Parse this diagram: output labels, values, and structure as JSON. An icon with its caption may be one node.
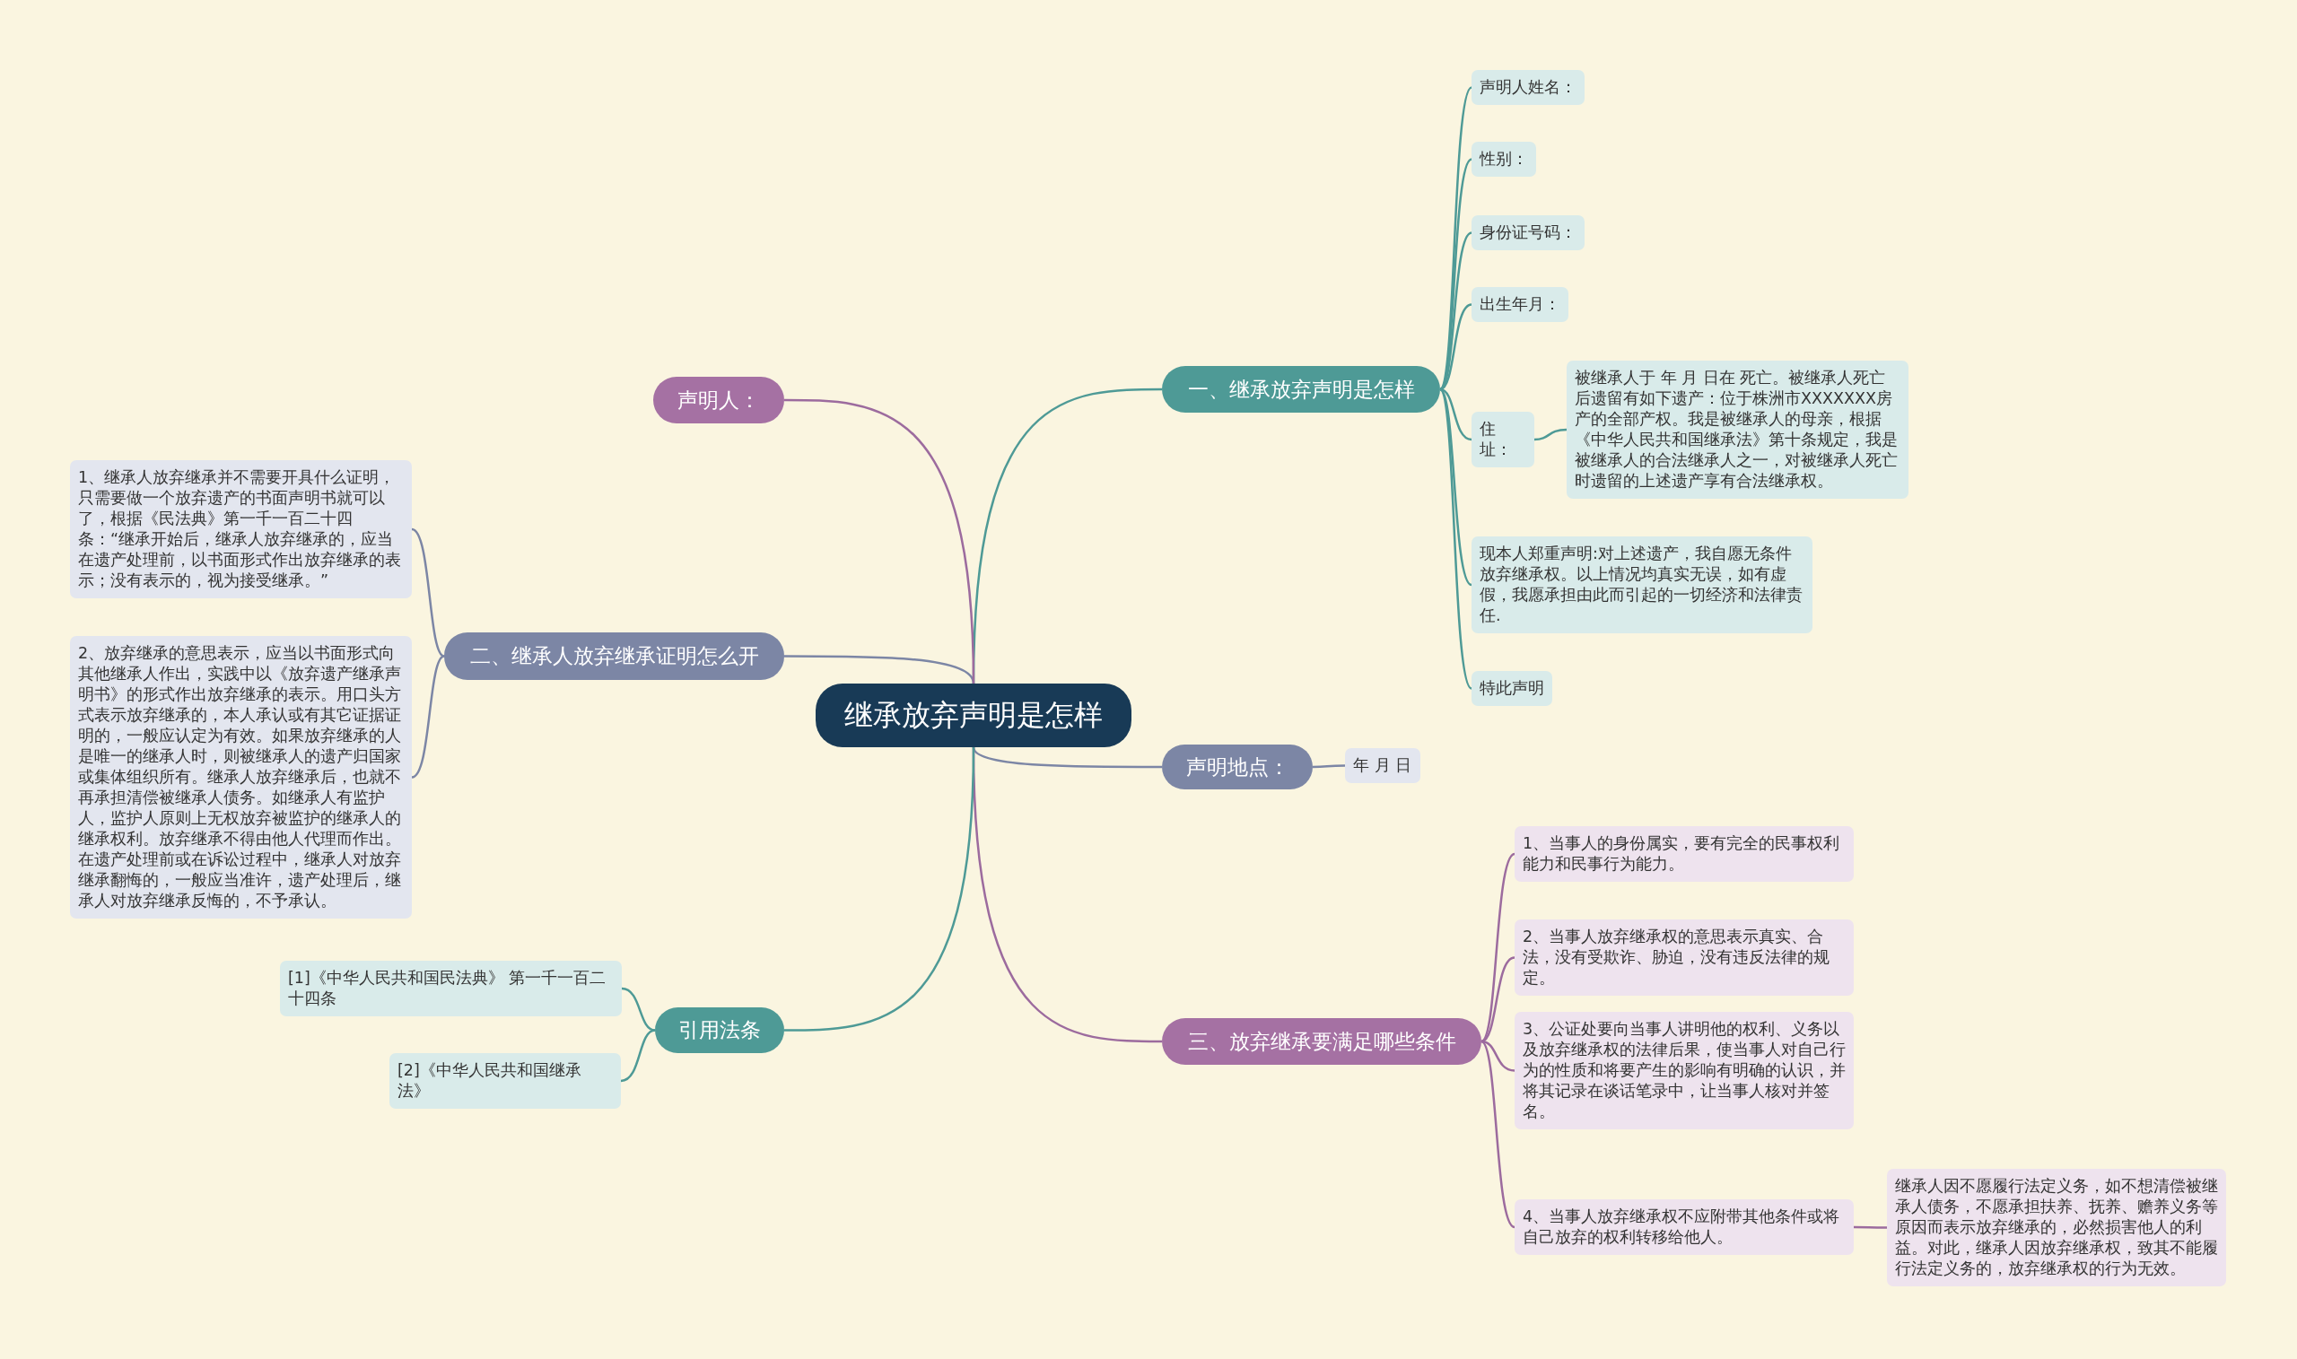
{
  "diagram": {
    "nodes": [
      {
        "text": [
          "继承放弃声明是怎样"
        ]
      },
      {
        "text": [
          "一、继承放弃声明是怎样"
        ]
      },
      {
        "text": [
          "声明人姓名："
        ]
      },
      {
        "text": [
          "性别："
        ]
      },
      {
        "text": [
          "身份证号码："
        ]
      },
      {
        "text": [
          "出生年月："
        ]
      },
      {
        "text": [
          "住址："
        ]
      },
      {
        "text": [
          "被继承人于 年 月 日在 死亡。被继承人死亡后遗留有如下遗产：位于株洲市XXXXXXX房产的全部产权。我是被继承人的母亲，根据《中华人民共和国继承法》第十条规定，我是被继承人的合法继承人之一，对被继承人死亡时遗留的上述遗产享有合法继承权。"
        ]
      },
      {
        "text": [
          "现本人郑重声明:对上述遗产，我自愿无条件放弃继承权。以上情况均真实无误，如有虚假，我愿承担由此而引起的一切经济和法律责任."
        ]
      },
      {
        "text": [
          "特此声明"
        ]
      },
      {
        "text": [
          "声明地点："
        ]
      },
      {
        "text": [
          "年 月 日"
        ]
      },
      {
        "text": [
          "三、放弃继承要满足哪些条件"
        ]
      },
      {
        "text": [
          "1、当事人的身份属实，要有完全的民事权利能力和民事行为能力。"
        ]
      },
      {
        "text": [
          "2、当事人放弃继承权的意思表示真实、合法，没有受欺诈、胁迫，没有违反法律的规定。"
        ]
      },
      {
        "text": [
          "3、公证处要向当事人讲明他的权利、义务以及放弃继承权的法律后果，使当事人对自己行为的性质和将要产生的影响有明确的认识，并将其记录在谈话笔录中，让当事人核对并签名。"
        ]
      },
      {
        "text": [
          "4、当事人放弃继承权不应附带其他条件或将自己放弃的权利转移给他人。"
        ]
      },
      {
        "text": [
          "继承人因不愿履行法定义务，如不想清偿被继承人债务，不愿承担扶养、抚养、赡养义务等原因而表示放弃继承的，必然损害他人的利益。对此，继承人因放弃继承权，致其不能履行法定义务的，放弃继承权的行为无效。"
        ]
      },
      {
        "text": [
          "引用法条"
        ]
      },
      {
        "text": [
          "[1]《中华人民共和国民法典》 第一千一百二十四条"
        ]
      },
      {
        "text": [
          "[2]《中华人民共和国继承法》"
        ]
      },
      {
        "text": [
          "二、继承人放弃继承证明怎么开"
        ]
      },
      {
        "text": [
          "1、继承人放弃继承并不需要开具什么证明，只需要做一个放弃遗产的书面声明书就可以了，根据《民法典》第一千一百二十四条：“继承开始后，继承人放弃继承的，应当在遗产处理前，以书面形式作出放弃继承的表示；没有表示的，视为接受继承。”"
        ]
      },
      {
        "text": [
          "2、放弃继承的意思表示，应当以书面形式向其他继承人作出，实践中以《放弃遗产继承声明书》的形式作出放弃继承的表示。用口头方式表示放弃继承的，本人承认或有其它证据证明的，一般应认定为有效。如果放弃继承的人是唯一的继承人时，则被继承人的遗产归国家或集体组织所有。继承人放弃继承后，也就不再承担清偿被继承人债务。如继承人有监护人，监护人原则上无权放弃被监护的继承人的继承权利。放弃继承不得由他人代理而作出。在遗产处理前或在诉讼过程中，继承人对放弃继承翻悔的，一般应当准许，遗产处理后，继承人对放弃继承反悔的，不予承认。"
        ]
      },
      {
        "text": [
          "声明人："
        ]
      }
    ],
    "edges": [
      {
        "from": 0,
        "to": 1,
        "arrow": "none"
      },
      {
        "from": 1,
        "to": 2,
        "arrow": "none"
      },
      {
        "from": 1,
        "to": 3,
        "arrow": "none"
      },
      {
        "from": 1,
        "to": 4,
        "arrow": "none"
      },
      {
        "from": 1,
        "to": 5,
        "arrow": "none"
      },
      {
        "from": 1,
        "to": 6,
        "arrow": "none"
      },
      {
        "from": 6,
        "to": 7,
        "arrow": "none"
      },
      {
        "from": 1,
        "to": 8,
        "arrow": "none"
      },
      {
        "from": 1,
        "to": 9,
        "arrow": "none"
      },
      {
        "from": 0,
        "to": 10,
        "arrow": "none",
        "color": "#7c86a5"
      },
      {
        "from": 10,
        "to": 11,
        "arrow": "none",
        "color": "#7c86a5"
      },
      {
        "from": 0,
        "to": 12,
        "arrow": "none",
        "color": "#9c6b9e"
      },
      {
        "from": 12,
        "to": 13,
        "arrow": "none",
        "color": "#9c6b9e"
      },
      {
        "from": 12,
        "to": 14,
        "arrow": "none",
        "color": "#9c6b9e"
      },
      {
        "from": 12,
        "to": 15,
        "arrow": "none",
        "color": "#9c6b9e"
      },
      {
        "from": 12,
        "to": 16,
        "arrow": "none",
        "color": "#9c6b9e"
      },
      {
        "from": 16,
        "to": 17,
        "arrow": "none",
        "color": "#9c6b9e"
      },
      {
        "from": 0,
        "to": 18,
        "arrow": "none"
      },
      {
        "from": 18,
        "to": 19,
        "arrow": "none"
      },
      {
        "from": 18,
        "to": 20,
        "arrow": "none"
      },
      {
        "from": 0,
        "to": 21,
        "arrow": "none",
        "color": "#7c86a5"
      },
      {
        "from": 21,
        "to": 22,
        "arrow": "none",
        "color": "#7c86a5"
      },
      {
        "from": 21,
        "to": 23,
        "arrow": "none",
        "color": "#7c86a5"
      },
      {
        "from": 0,
        "to": 24,
        "arrow": "none",
        "color": "#9c6b9e"
      }
    ]
  }
}
